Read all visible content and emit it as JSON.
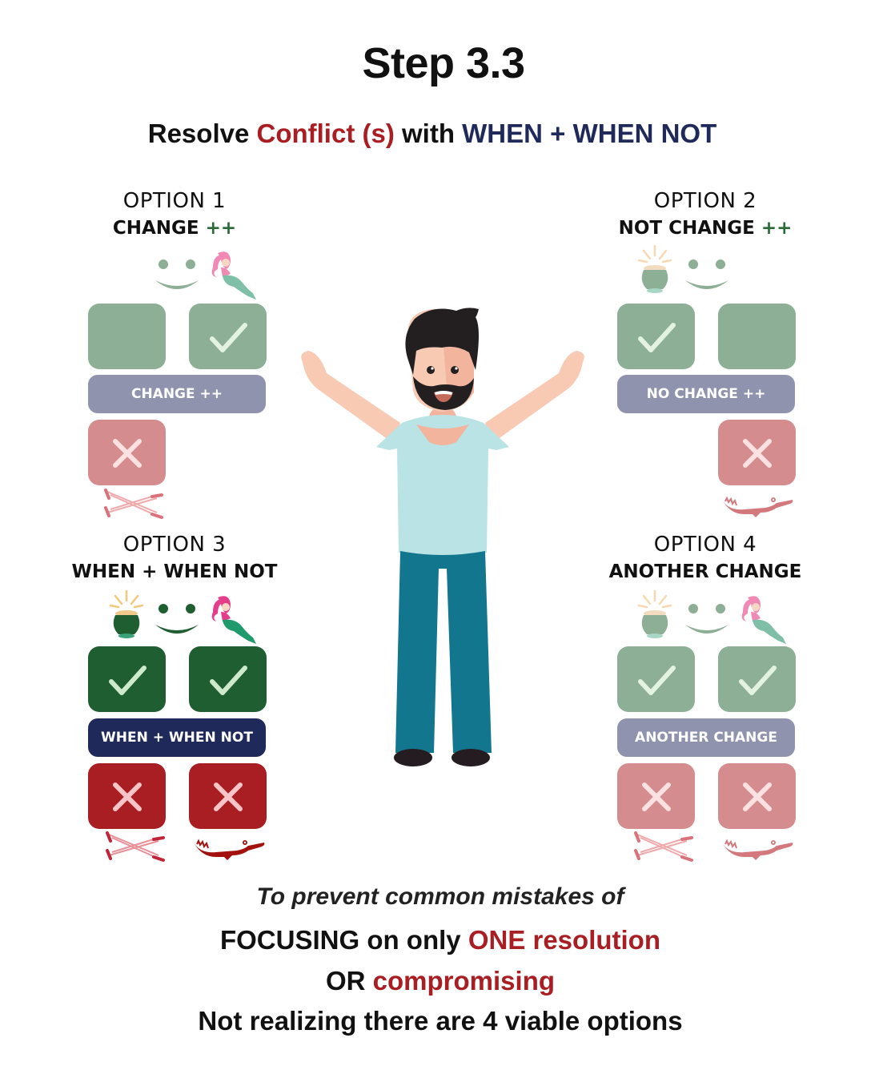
{
  "header": {
    "title": "Step 3.3",
    "subtitle": {
      "part1": "Resolve ",
      "part2": "Conflict (s)",
      "part3": " with ",
      "part4": "WHEN + WHEN NOT"
    }
  },
  "options": [
    {
      "number_label": "OPTION 1",
      "name_text": "CHANGE ",
      "name_suffix": "++",
      "bar_label": "CHANGE ++",
      "top_icons": [
        "smiley-icon",
        "mermaid-icon"
      ],
      "top_boxes": [
        "empty",
        "check"
      ],
      "bottom_boxes": [
        "cross",
        "none"
      ],
      "bottom_icons": [
        "crutches-icon"
      ],
      "emphasis": "muted"
    },
    {
      "number_label": "OPTION 2",
      "name_text": "NOT CHANGE ",
      "name_suffix": "++",
      "bar_label": "NO CHANGE ++",
      "top_icons": [
        "pot-of-gold-icon",
        "smiley-icon"
      ],
      "top_boxes": [
        "check",
        "empty"
      ],
      "bottom_boxes": [
        "none",
        "cross"
      ],
      "bottom_icons": [
        "crocodile-icon"
      ],
      "emphasis": "muted"
    },
    {
      "number_label": "OPTION 3",
      "name_text": "WHEN + WHEN NOT",
      "name_suffix": "",
      "bar_label": "WHEN + WHEN NOT",
      "top_icons": [
        "pot-of-gold-icon",
        "smiley-icon",
        "mermaid-icon"
      ],
      "top_boxes": [
        "check",
        "check"
      ],
      "bottom_boxes": [
        "cross",
        "cross"
      ],
      "bottom_icons": [
        "crutches-icon",
        "crocodile-icon"
      ],
      "emphasis": "highlighted"
    },
    {
      "number_label": "OPTION 4",
      "name_text": "ANOTHER CHANGE",
      "name_suffix": "",
      "bar_label": "ANOTHER CHANGE",
      "top_icons": [
        "pot-of-gold-icon",
        "smiley-icon",
        "mermaid-icon"
      ],
      "top_boxes": [
        "check",
        "check"
      ],
      "bottom_boxes": [
        "cross",
        "cross"
      ],
      "bottom_icons": [
        "crutches-icon",
        "crocodile-icon"
      ],
      "emphasis": "muted"
    }
  ],
  "footer": {
    "line1": "To prevent common mistakes of",
    "line2_a": "FOCUSING on only ",
    "line2_b": "ONE resolution",
    "line3_a": "OR ",
    "line3_b": "compromising",
    "line4": "Not realizing there are 4 viable options"
  },
  "colors": {
    "accent_red": "#a91e22",
    "accent_navy": "#1f2a5a",
    "plus_green": "#2a6a37",
    "muted_green": "#8daf95",
    "strong_green": "#1f5e31",
    "muted_red": "#d58c8e",
    "strong_red": "#a91e22",
    "muted_bar": "#8f93ad",
    "strong_bar": "#1f2a5a"
  }
}
